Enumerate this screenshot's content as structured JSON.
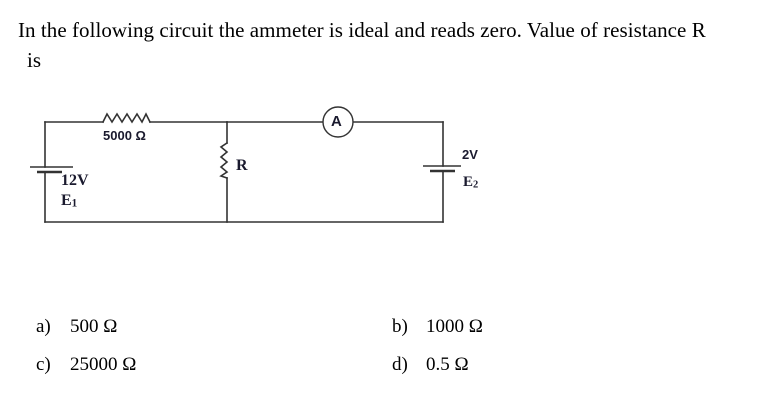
{
  "question": {
    "line1": "In the following circuit the ammeter is ideal and reads zero. Value of resistance R",
    "line2": "is"
  },
  "circuit": {
    "resistor_1_label": "5000 Ω",
    "battery_1_voltage": "12V",
    "battery_1_name": "E",
    "battery_1_sub": "1",
    "resistor_r_label": "R",
    "ammeter_label": "A",
    "battery_2_voltage": "2V",
    "battery_2_name": "E",
    "battery_2_sub": "2",
    "wire_color": "#333333"
  },
  "options": [
    {
      "letter": "a)",
      "value": "500 Ω"
    },
    {
      "letter": "b)",
      "value": "1000 Ω"
    },
    {
      "letter": "c)",
      "value": "25000 Ω"
    },
    {
      "letter": "d)",
      "value": "0.5 Ω"
    }
  ]
}
